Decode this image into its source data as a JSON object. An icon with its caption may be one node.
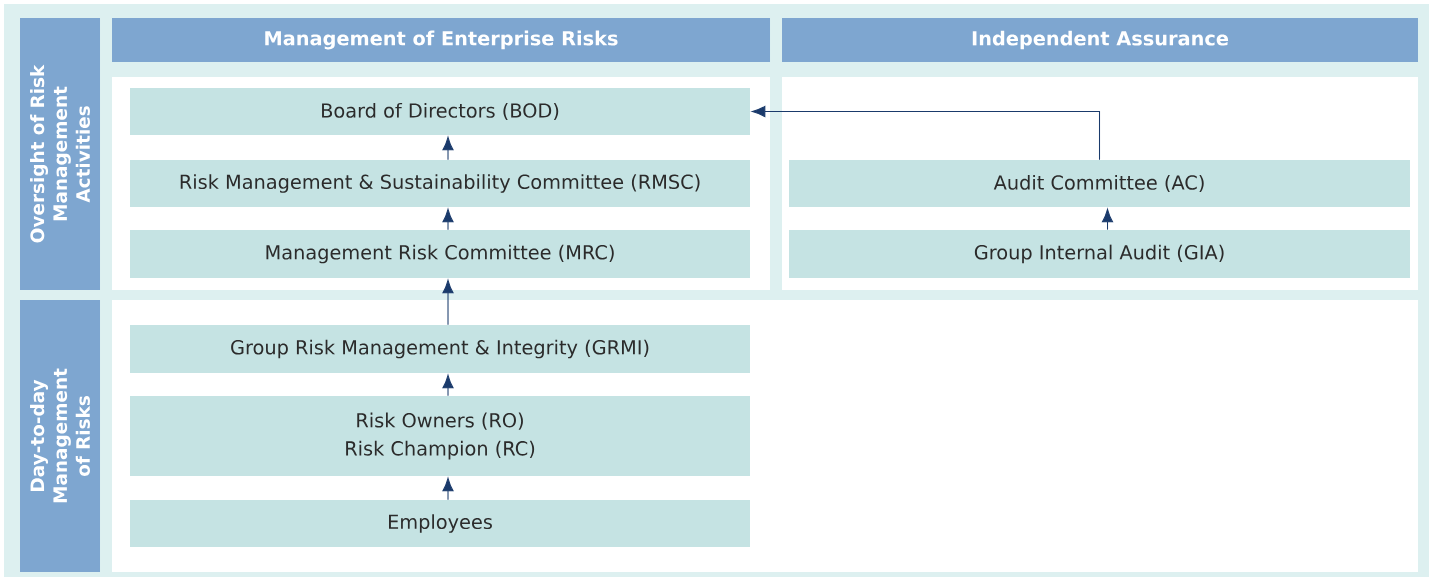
{
  "diagram": {
    "nodes": [
      {
        "text": [
          "Management of Enterprise Risks"
        ]
      },
      {
        "text": [
          "Independent Assurance"
        ]
      },
      {
        "text": [
          "Oversight of Risk Management Activities"
        ]
      },
      {
        "text": [],
        "shape": "box"
      },
      {
        "text": [
          "Board of Directors (BOD)"
        ],
        "in": 3
      },
      {
        "text": [
          "Risk Management & Sustainability Committee (RMSC)"
        ],
        "in": 3
      },
      {
        "text": [
          "Management Risk Committee (MRC)"
        ],
        "in": 3
      },
      {
        "text": [],
        "shape": "box"
      },
      {
        "text": [
          "Audit Committee (AC)"
        ],
        "in": 7
      },
      {
        "text": [
          "Group Internal Audit (GIA)"
        ],
        "in": 7
      },
      {
        "text": [
          "Day-to-day Management of Risks"
        ]
      },
      {
        "text": [],
        "shape": "box"
      },
      {
        "text": [
          "Group Risk Management & Integrity (GRMI)"
        ],
        "in": 11
      },
      {
        "text": [
          "Risk Owners (RO)",
          "Risk Champion (RC)"
        ],
        "in": 11
      },
      {
        "text": [
          "Employees"
        ],
        "in": 11
      }
    ],
    "edges": [
      {
        "from": 5,
        "to": 4,
        "arrow": "to"
      },
      {
        "from": 6,
        "to": 5,
        "arrow": "to"
      },
      {
        "from": 12,
        "to": 6,
        "arrow": "to"
      },
      {
        "from": 13,
        "to": 12,
        "arrow": "to"
      },
      {
        "from": 14,
        "to": 13,
        "arrow": "to"
      },
      {
        "from": 9,
        "to": 8,
        "arrow": "to"
      },
      {
        "from": 8,
        "to": 4,
        "arrow": "to"
      }
    ]
  }
}
